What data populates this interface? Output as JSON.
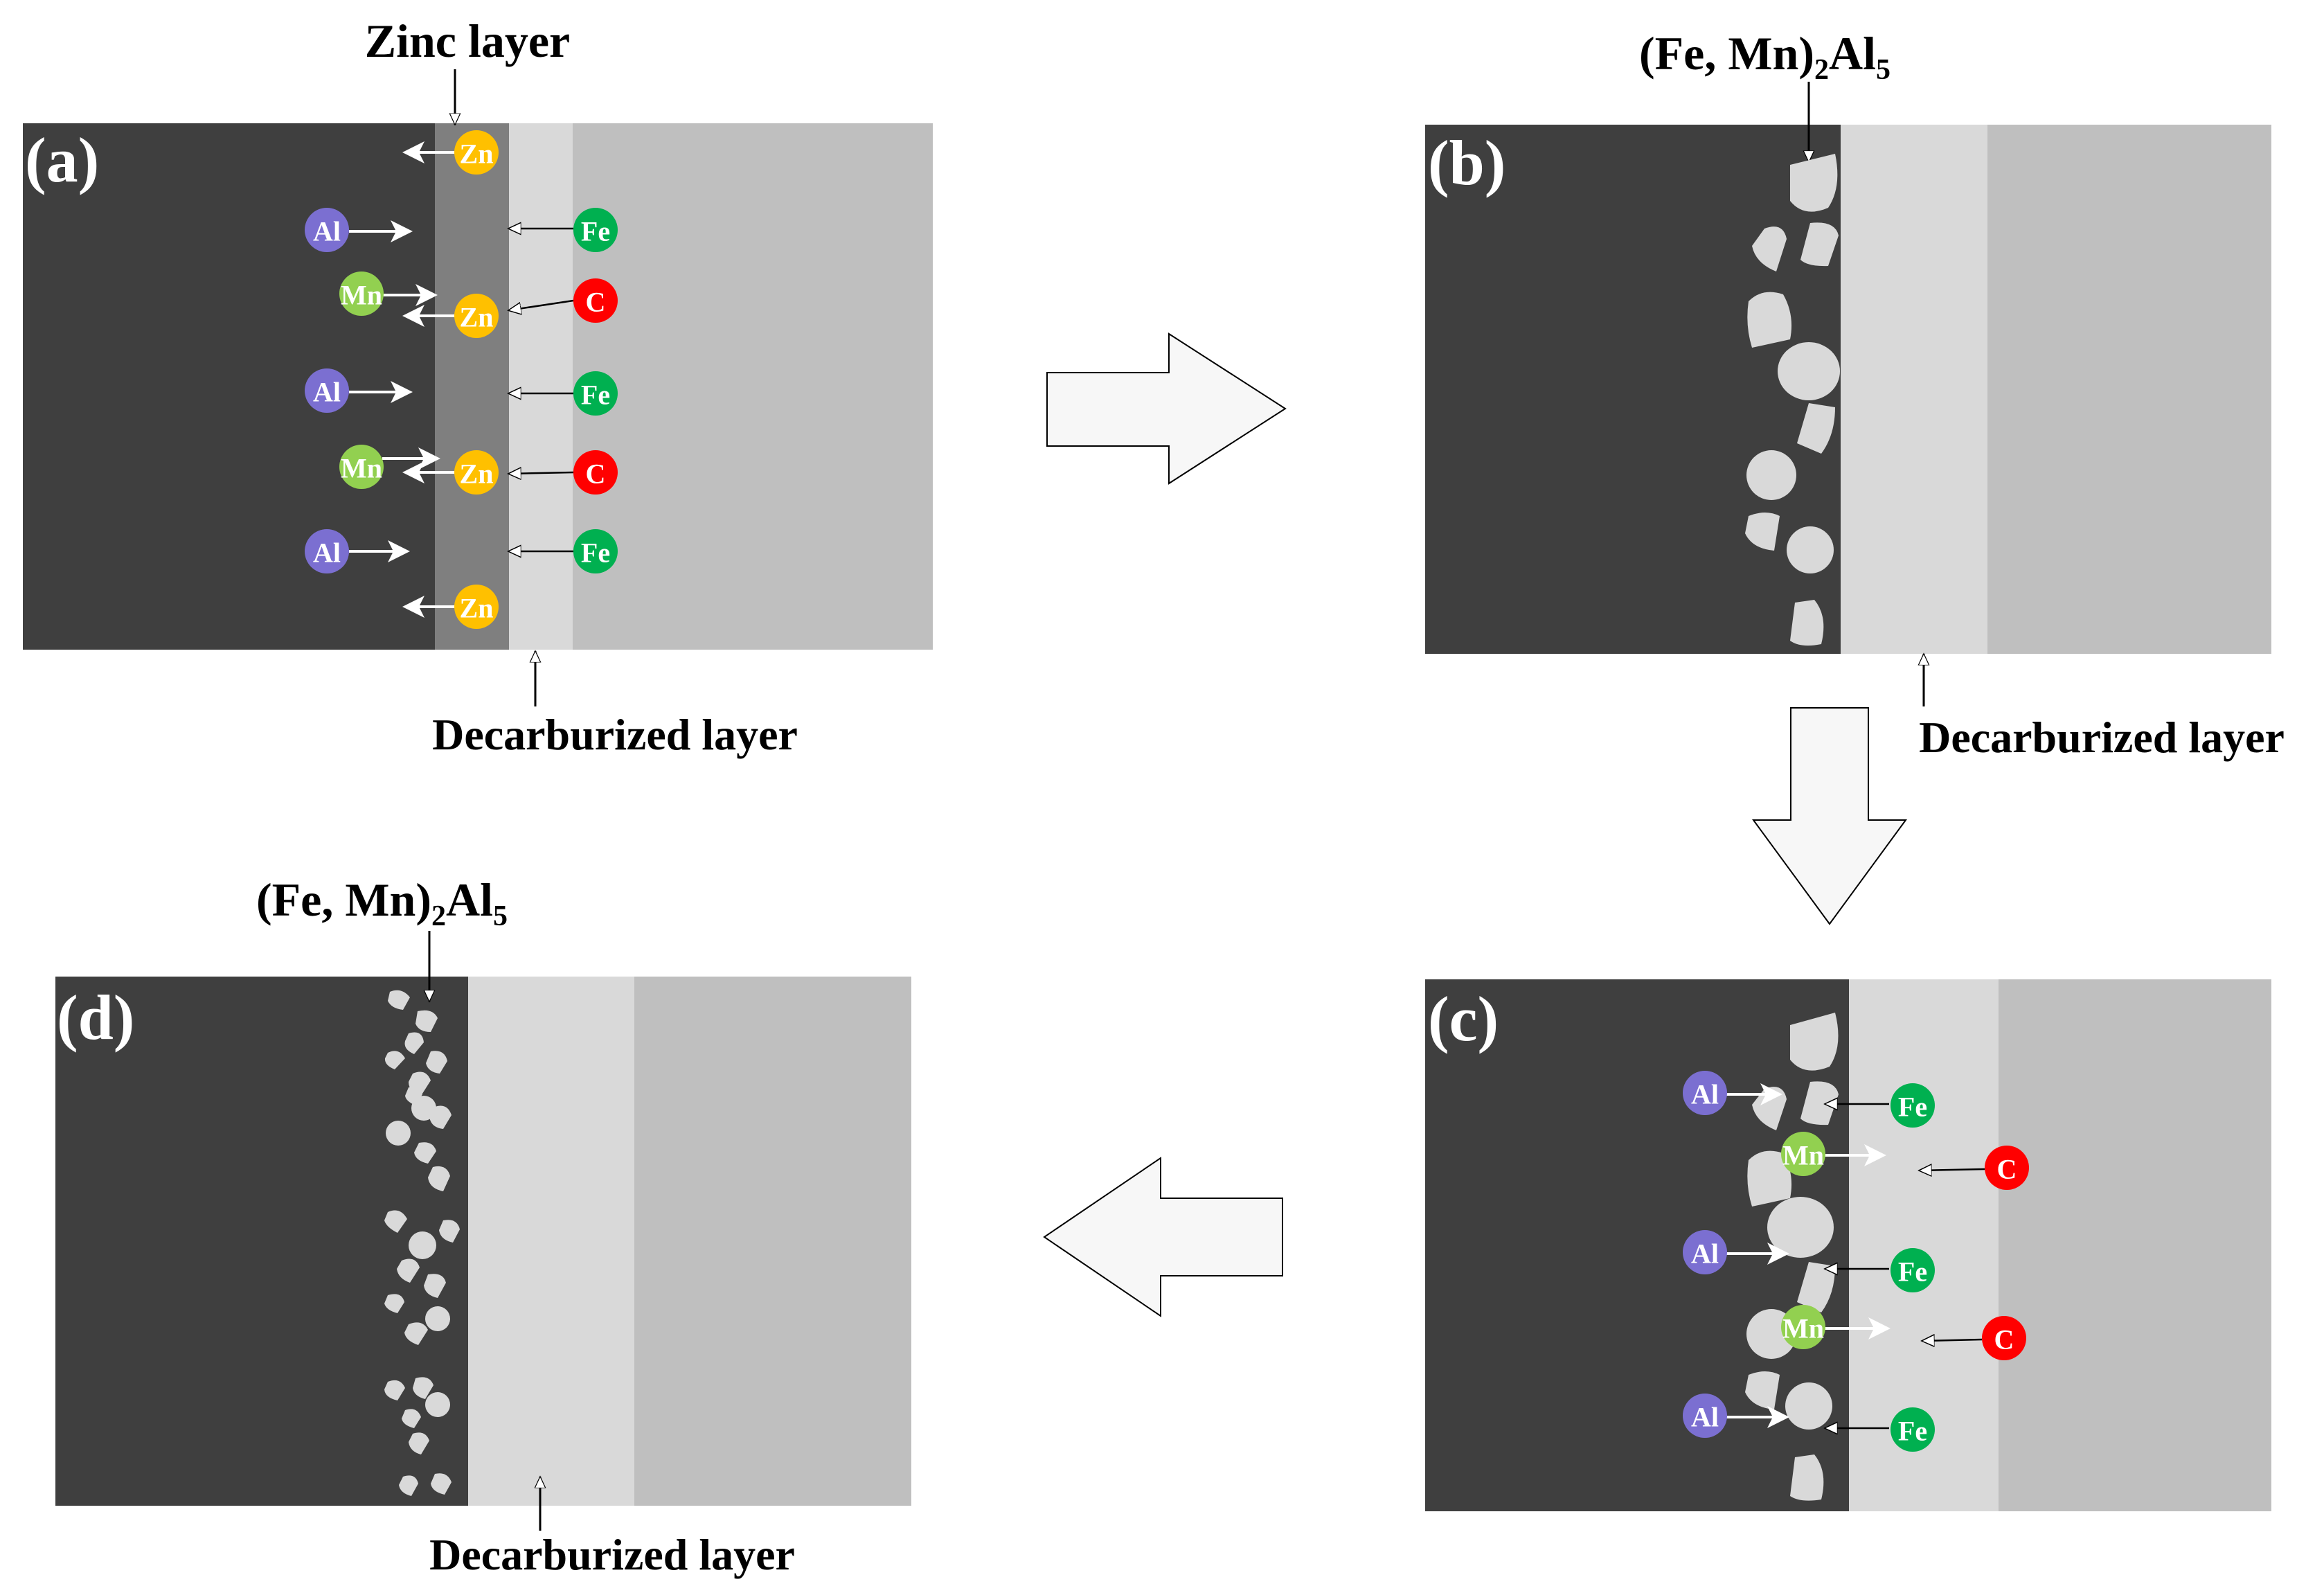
{
  "panels": {
    "a": {
      "label": "(a)",
      "top_label": "Zinc  layer",
      "bottom_label": "Decarburized layer"
    },
    "b": {
      "label": "(b)",
      "top_label_main": "(Fe, Mn)",
      "top_label_sub1": "2",
      "top_label_main2": "Al",
      "top_label_sub2": "5",
      "bottom_label": "Decarburized layer"
    },
    "c": {
      "label": "(c)"
    },
    "d": {
      "label": "(d)",
      "top_label_main": "(Fe, Mn)",
      "top_label_sub1": "2",
      "top_label_main2": "Al",
      "top_label_sub2": "5",
      "bottom_label": "Decarburized layer"
    }
  },
  "elements": {
    "zn": "Zn",
    "al": "Al",
    "fe": "Fe",
    "mn": "Mn",
    "c": "C"
  },
  "colors": {
    "steel_dark": "#3f3f3f",
    "zinc_layer": "#7f7f7f",
    "decarburized": "#d9d9d9",
    "matrix": "#bfbfbf",
    "precipitate": "#d9d9d9",
    "zn_atom": "#ffc000",
    "al_atom": "#7b6fd1",
    "fe_atom": "#00b050",
    "mn_atom": "#92d050",
    "c_atom": "#ff0000",
    "process_arrow_fill": "#f7f7f7"
  }
}
